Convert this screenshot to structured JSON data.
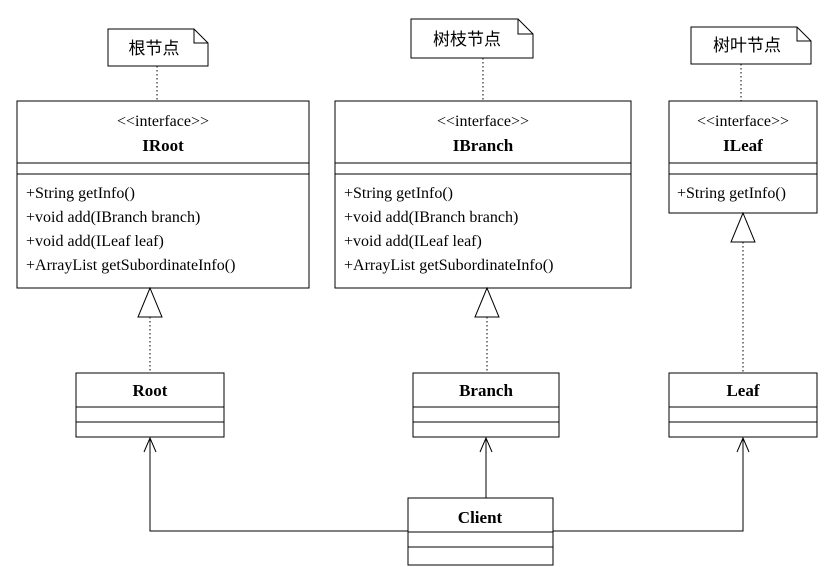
{
  "notes": {
    "root": "根节点",
    "branch": "树枝节点",
    "leaf": "树叶节点"
  },
  "interfaces": {
    "iroot": {
      "stereotype": "<<interface>>",
      "name": "IRoot",
      "methods": [
        "+String getInfo()",
        "+void add(IBranch branch)",
        "+void add(ILeaf leaf)",
        "+ArrayList getSubordinateInfo()"
      ]
    },
    "ibranch": {
      "stereotype": "<<interface>>",
      "name": "IBranch",
      "methods": [
        "+String getInfo()",
        "+void add(IBranch branch)",
        "+void add(ILeaf leaf)",
        "+ArrayList getSubordinateInfo()"
      ]
    },
    "ileaf": {
      "stereotype": "<<interface>>",
      "name": "ILeaf",
      "methods": [
        "+String getInfo()"
      ]
    }
  },
  "classes": {
    "root": "Root",
    "branch": "Branch",
    "leaf": "Leaf",
    "client": "Client"
  }
}
